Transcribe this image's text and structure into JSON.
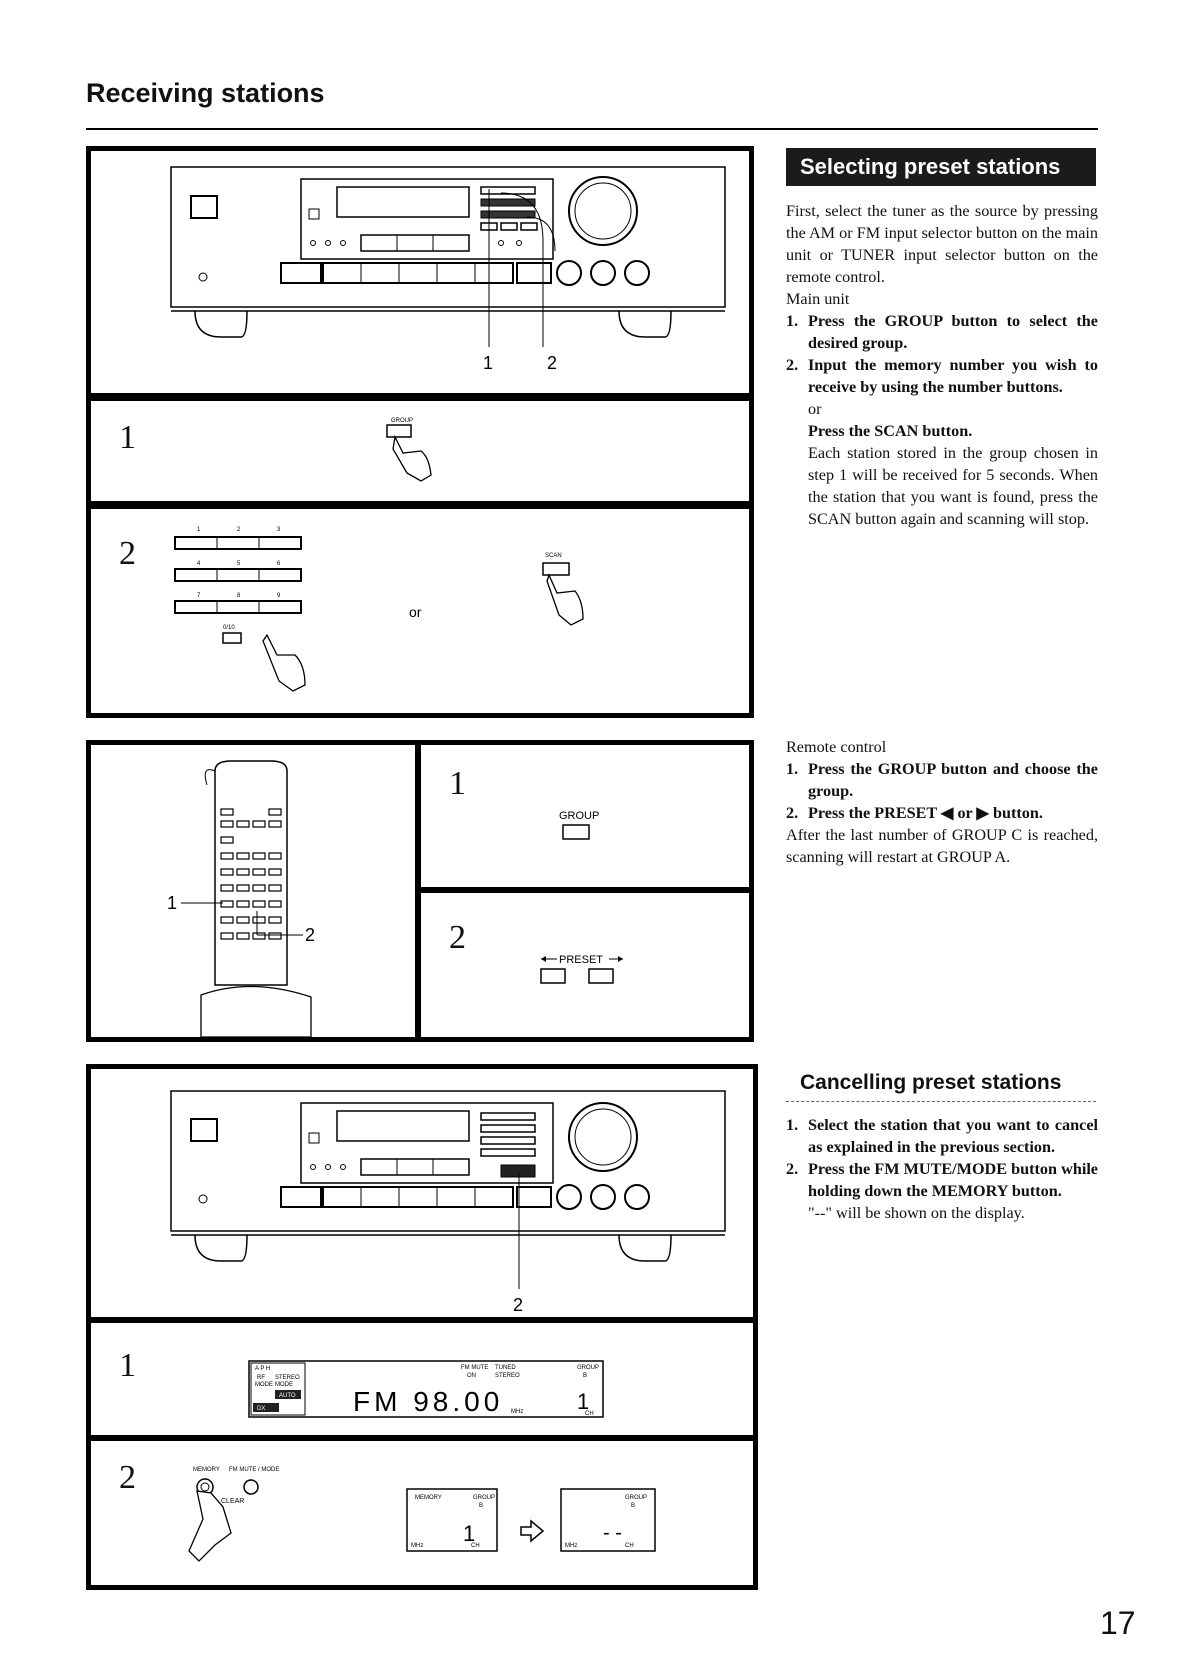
{
  "page": {
    "title": "Receiving stations",
    "number": "17"
  },
  "figure1": {
    "callouts": [
      "1",
      "2"
    ],
    "step1": {
      "num": "1",
      "button_label": "GROUP"
    },
    "step2": {
      "num": "2",
      "key_labels": [
        "1",
        "2",
        "3",
        "4",
        "5",
        "6",
        "7",
        "8",
        "9"
      ],
      "key_0": "0/10",
      "or": "or",
      "scan_label": "SCAN"
    }
  },
  "figure2": {
    "callouts": [
      "1",
      "2"
    ],
    "step1": {
      "num": "1",
      "button_label": "GROUP"
    },
    "step2": {
      "num": "2",
      "button_label": "PRESET"
    }
  },
  "figure3": {
    "callout": "2",
    "step1": {
      "num": "1",
      "display": {
        "left_labels": [
          "A P H",
          "RF",
          "STEREO",
          "MODE",
          "MODE",
          "AUTO",
          "DX"
        ],
        "top_labels": [
          "FM MUTE",
          "TUNED",
          "ON",
          "STEREO",
          "GROUP",
          "B"
        ],
        "readout": "FM 98.00",
        "unit": "MHz",
        "channel": "1",
        "channel_unit": "CH"
      }
    },
    "step2": {
      "num": "2",
      "button_labels": [
        "MEMORY",
        "FM MUTE / MODE"
      ],
      "clear_label": "CLEAR",
      "lcd_before": {
        "labels": [
          "MEMORY",
          "GROUP",
          "B",
          "MHz",
          "CH"
        ],
        "value": "1"
      },
      "lcd_after": {
        "labels": [
          "GROUP",
          "B",
          "MHz",
          "CH"
        ],
        "value": "- -"
      }
    }
  },
  "section_selecting": {
    "heading": "Selecting preset stations",
    "intro": "First, select the tuner as the source by pressing the AM or FM input selector button on the main unit or TUNER input selector button on the remote control.",
    "main_unit_label": "Main unit",
    "steps": [
      {
        "num": "1.",
        "text": "Press the GROUP button to select the desired group."
      },
      {
        "num": "2.",
        "text": "Input the memory number you wish to receive by using the number buttons."
      }
    ],
    "or": "or",
    "scan_step": "Press the SCAN button.",
    "scan_note": "Each station stored in the group chosen in step 1 will be received for 5 seconds. When the station that you want is found, press the SCAN button again and scanning will stop."
  },
  "section_remote": {
    "label": "Remote control",
    "steps": [
      {
        "num": "1.",
        "text": "Press the GROUP button and choose the group."
      },
      {
        "num": "2.",
        "text": "Press the PRESET ◀ or ▶ button."
      }
    ],
    "note": "After the last number of GROUP C is reached, scanning will restart at GROUP A."
  },
  "section_cancel": {
    "heading": "Cancelling preset stations",
    "steps": [
      {
        "num": "1.",
        "text": "Select the station that you want to cancel as explained in the previous section."
      },
      {
        "num": "2.",
        "text": "Press the FM MUTE/MODE button while holding down the MEMORY button."
      }
    ],
    "note": "\"--\" will be shown on the display."
  }
}
